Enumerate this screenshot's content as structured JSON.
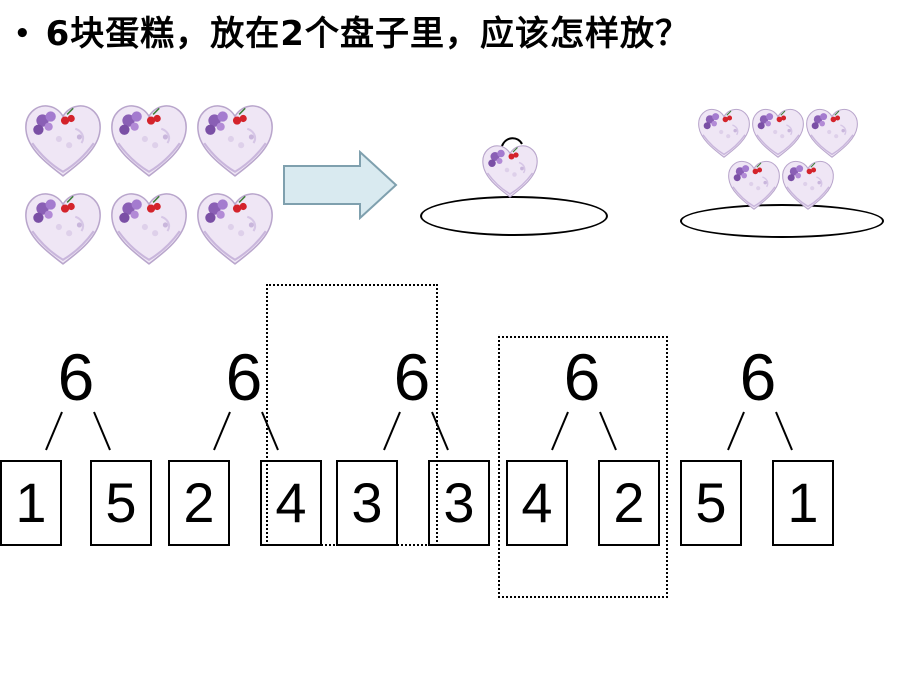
{
  "question": {
    "bullet": "•",
    "text": "6块蛋糕，放在2个盘子里，应该怎样放？"
  },
  "icons": {
    "cake": "heart-cake-icon",
    "arrow": "right-arrow-icon",
    "plate": "plate-icon"
  },
  "colors": {
    "arrow_fill": "#d9eaf0",
    "arrow_stroke": "#7fa0ae",
    "cake_frosting": "#efe6f5",
    "cake_flower": "#8a5fb5",
    "cake_cherry": "#d4232b"
  },
  "decompositions": [
    {
      "total": "6",
      "left": "1",
      "right": "5"
    },
    {
      "total": "6",
      "left": "2",
      "right": "4"
    },
    {
      "total": "6",
      "left": "3",
      "right": "3"
    },
    {
      "total": "6",
      "left": "4",
      "right": "2"
    },
    {
      "total": "6",
      "left": "5",
      "right": "1"
    }
  ]
}
